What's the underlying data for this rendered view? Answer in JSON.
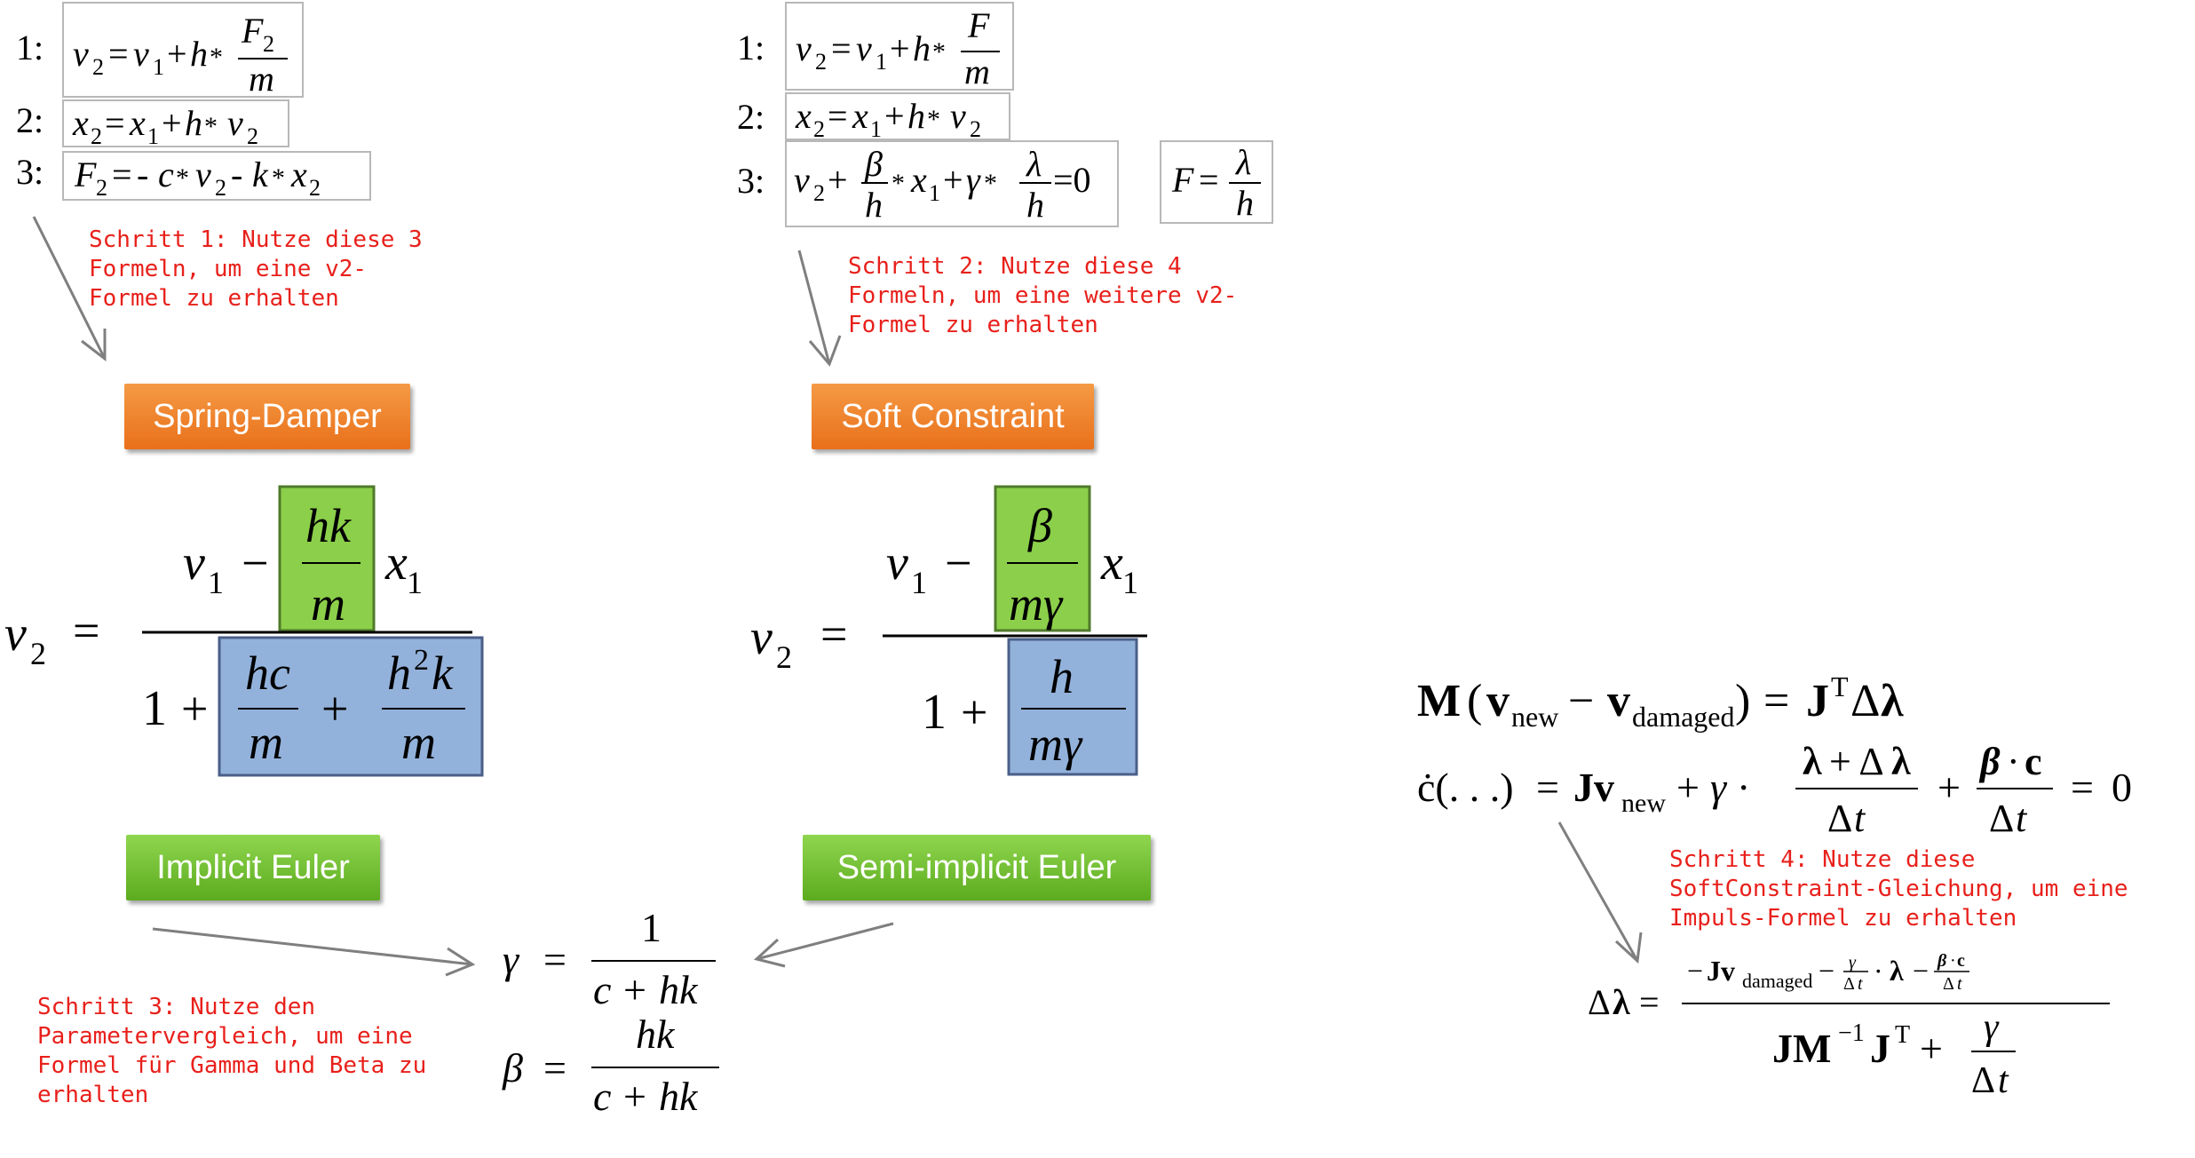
{
  "steps": {
    "step1": "Schritt 1: Nutze diese 3\nFormeln, um eine v2-\nFormel zu erhalten",
    "step2": "Schritt 2: Nutze diese 4\nFormeln, um eine weitere v2-\nFormel zu erhalten",
    "step3": "Schritt 3: Nutze den\nParametervergleich, um eine\nFormel für Gamma und Beta zu\nerhalten",
    "step4": "Schritt 4: Nutze diese\nSoftConstraint-Gleichung, um eine\nImpuls-Formel zu erhalten"
  },
  "labels": {
    "spring_damper": "Spring-Damper",
    "soft_constraint": "Soft Constraint",
    "implicit_euler": "Implicit Euler",
    "semi_implicit_euler": "Semi-implicit Euler"
  },
  "line_numbers": [
    "1:",
    "2:",
    "3:"
  ],
  "colors": {
    "note_red": "#e8201b",
    "orange_button": "#ef7f2a",
    "green_button": "#72c22f",
    "green_highlight": "#8ccf4a",
    "blue_highlight": "#93b2db",
    "arrow_gray": "#7f7f7f"
  }
}
